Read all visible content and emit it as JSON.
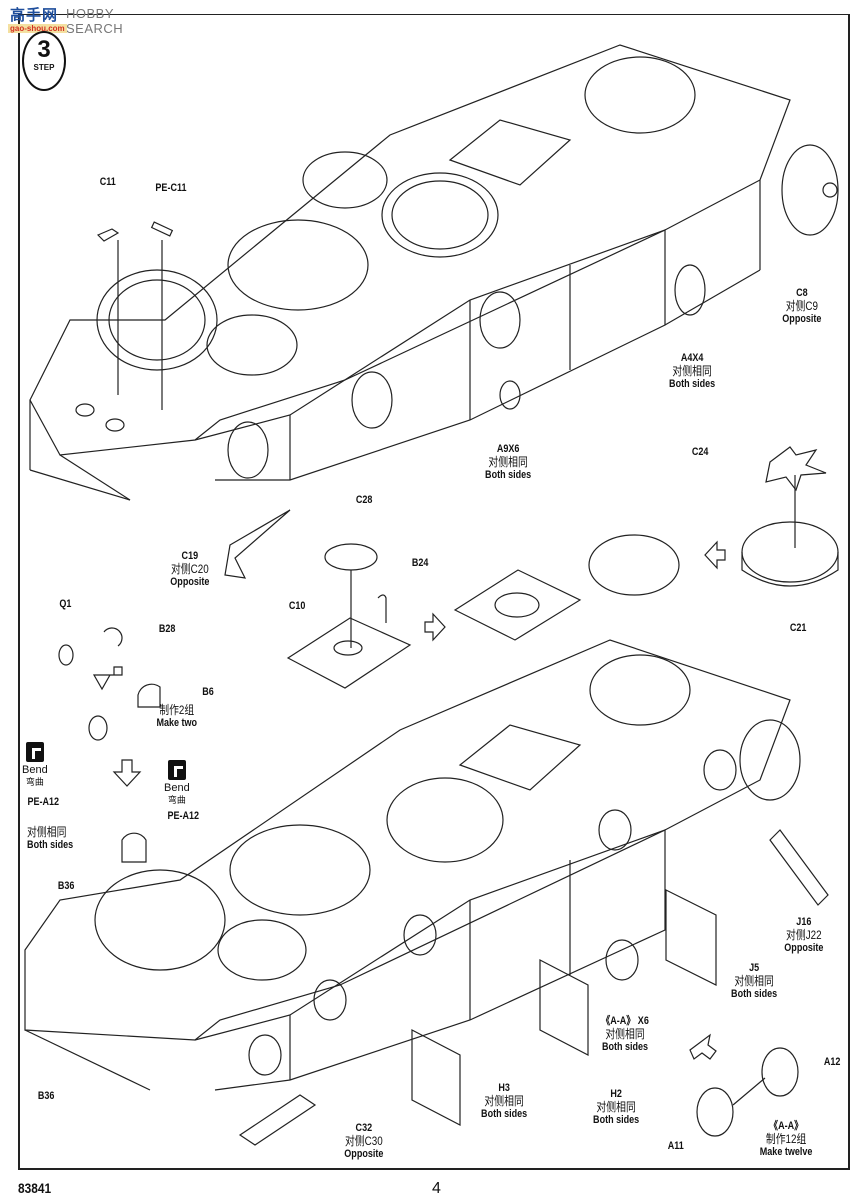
{
  "watermark": {
    "cn": "高手网",
    "en": "HOBBY SEARCH",
    "url": "gao-shou.com"
  },
  "step": {
    "number": "3",
    "word": "STEP"
  },
  "callouts": {
    "c11": {
      "part": "C11"
    },
    "pe_c11": {
      "part": "PE-C11"
    },
    "c8": {
      "part": "C8",
      "cn": "对侧C9",
      "en": "Opposite"
    },
    "a4x4": {
      "part": "A4X4",
      "cn": "对侧相同",
      "en": "Both sides"
    },
    "a9x6": {
      "part": "A9X6",
      "cn": "对侧相同",
      "en": "Both sides"
    },
    "c24": {
      "part": "C24"
    },
    "c28": {
      "part": "C28"
    },
    "c19": {
      "part": "C19",
      "cn": "对侧C20",
      "en": "Opposite"
    },
    "b24": {
      "part": "B24"
    },
    "c10": {
      "part": "C10"
    },
    "c21": {
      "part": "C21"
    },
    "q1": {
      "part": "Q1"
    },
    "b28": {
      "part": "B28"
    },
    "b6": {
      "part": "B6",
      "cn": "制作2组",
      "en": "Make two"
    },
    "bend_left": {
      "en": "Bend",
      "cn": "弯曲",
      "part": "PE-A12"
    },
    "bend_right": {
      "en": "Bend",
      "cn": "弯曲",
      "part": "PE-A12"
    },
    "pe_a12_sides": {
      "cn": "对侧相同",
      "en": "Both sides"
    },
    "b36_top": {
      "part": "B36"
    },
    "b36_bottom": {
      "part": "B36"
    },
    "j16": {
      "part": "J16",
      "cn": "对侧J22",
      "en": "Opposite"
    },
    "j5": {
      "part": "J5",
      "cn": "对侧相同",
      "en": "Both sides"
    },
    "aa_x6": {
      "part": "《A-A》 X6",
      "cn": "对侧相同",
      "en": "Both sides"
    },
    "a12": {
      "part": "A12"
    },
    "a11": {
      "part": "A11"
    },
    "aa_twelve": {
      "part": "《A-A》",
      "cn": "制作12组",
      "en": "Make twelve"
    },
    "h3": {
      "part": "H3",
      "cn": "对侧相同",
      "en": "Both sides"
    },
    "h2": {
      "part": "H2",
      "cn": "对侧相同",
      "en": "Both sides"
    },
    "c32": {
      "part": "C32",
      "cn": "对侧C30",
      "en": "Opposite"
    }
  },
  "footer": {
    "code": "83841",
    "page": "4"
  }
}
